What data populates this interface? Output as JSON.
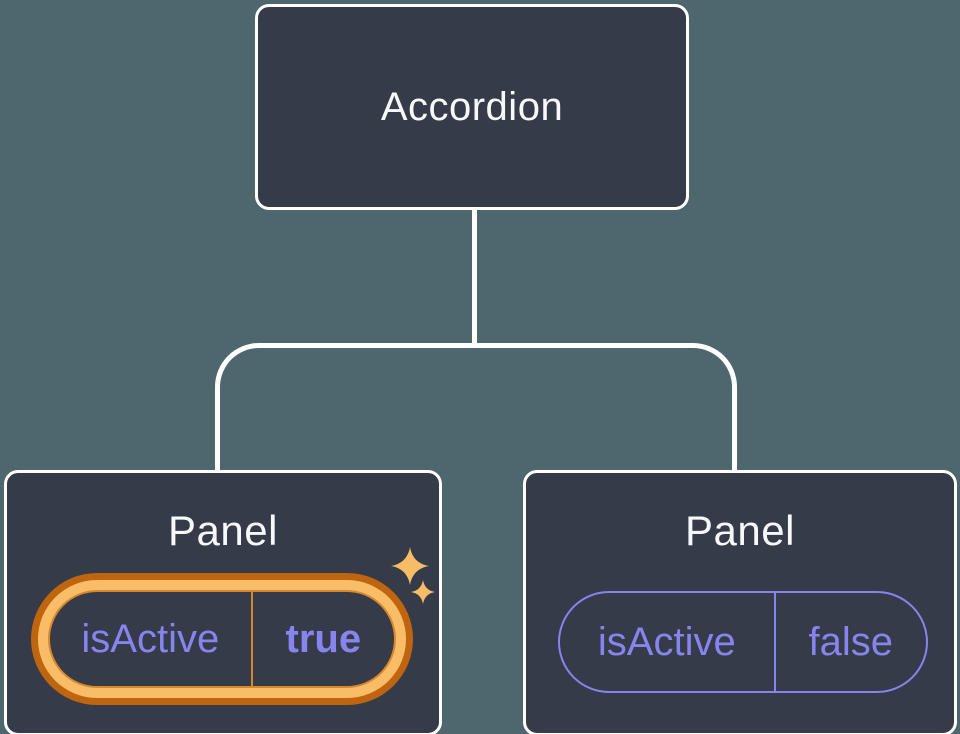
{
  "diagram": {
    "root": {
      "label": "Accordion"
    },
    "panels": [
      {
        "label": "Panel",
        "state_name": "isActive",
        "state_value": "true",
        "highlighted": true,
        "note": "state just changed (sparkles)"
      },
      {
        "label": "Panel",
        "state_name": "isActive",
        "state_value": "false",
        "highlighted": false
      }
    ]
  },
  "icons": {
    "sparkle_big": "sparkle-icon",
    "sparkle_small": "sparkle-icon"
  },
  "colors": {
    "background": "#4e666d",
    "box_fill": "#353b48",
    "box_border": "#ffffff",
    "connector": "#ffffff",
    "title_text": "#f7f8fa",
    "state_purple": "#8784ee",
    "highlight_dark_orange": "#bf650f",
    "highlight_light_orange": "#f9bd68",
    "highlight_line_orange": "#d7882e",
    "sparkle_gold": "#f6bd66"
  }
}
